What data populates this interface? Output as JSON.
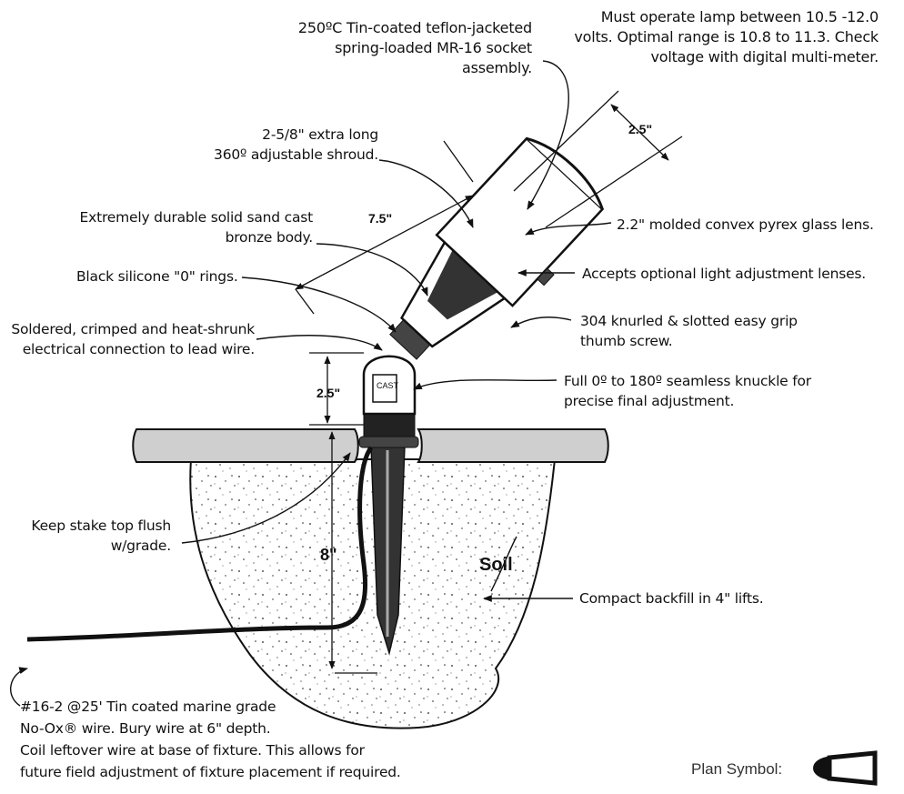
{
  "labels": {
    "socket": "250ºC Tin-coated teflon-jacketed\nspring-loaded MR-16 socket\nassembly.",
    "lamp_voltage": "Must operate lamp between 10.5 -12.0\nvolts. Optimal range is 10.8 to 11.3. Check\nvoltage with digital multi-meter.",
    "shroud": "2-5/8\" extra long\n360º adjustable shroud.",
    "body": "Extremely durable solid sand cast\nbronze body.",
    "lens": "2.2\" molded convex pyrex glass lens.",
    "orings": "Black silicone \"0\" rings.",
    "adjust_lenses": "Accepts optional light adjustment lenses.",
    "connection": "Soldered, crimped and heat-shrunk\nelectrical connection to lead wire.",
    "thumb_screw": "304 knurled & slotted easy grip\nthumb screw.",
    "knuckle": "Full 0º to 180º seamless knuckle for\nprecise final adjustment.",
    "stake": "Keep stake top flush\nw/grade.",
    "backfill": "Compact backfill in 4\" lifts.",
    "wire": "#16-2 @25' Tin coated marine grade\nNo-Ox® wire. Bury wire at 6\" depth.\nCoil leftover wire at base of fixture. This allows for\nfuture field adjustment of fixture placement if required."
  },
  "dimensions": {
    "length": "7.5\"",
    "width": "2.5\"",
    "knuckle_height": "2.5\"",
    "stake_depth": "8\""
  },
  "soil_label": "Soil",
  "knuckle_stamp": "CAST",
  "plan_symbol_label": "Plan Symbol:"
}
